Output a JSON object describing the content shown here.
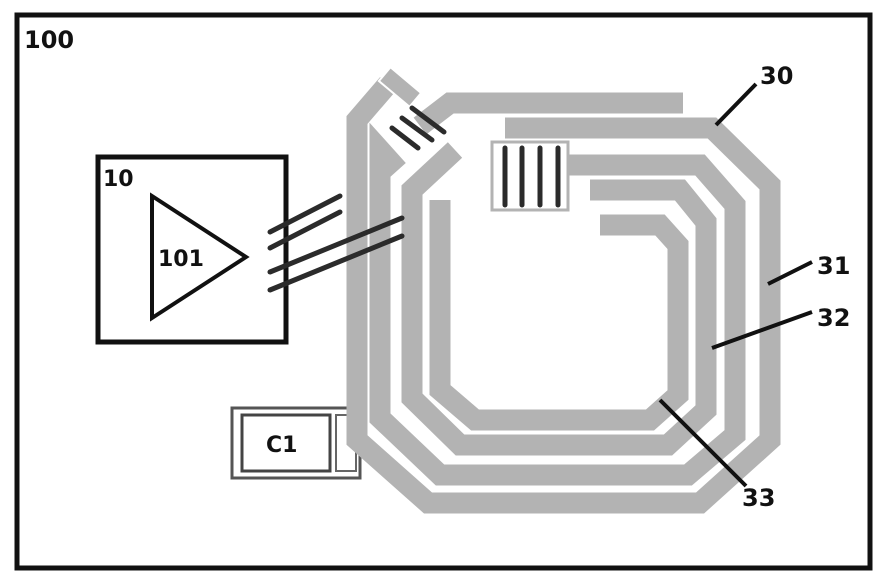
{
  "labels": {
    "board": "100",
    "chip": "10",
    "amplifier": "101",
    "capacitor": "C1",
    "coil": "30",
    "loop_outer": "31",
    "loop_middle": "32",
    "loop_inner": "33"
  },
  "colors": {
    "trace": "#b3b3b3",
    "outline": "#111111",
    "background": "#ffffff"
  }
}
